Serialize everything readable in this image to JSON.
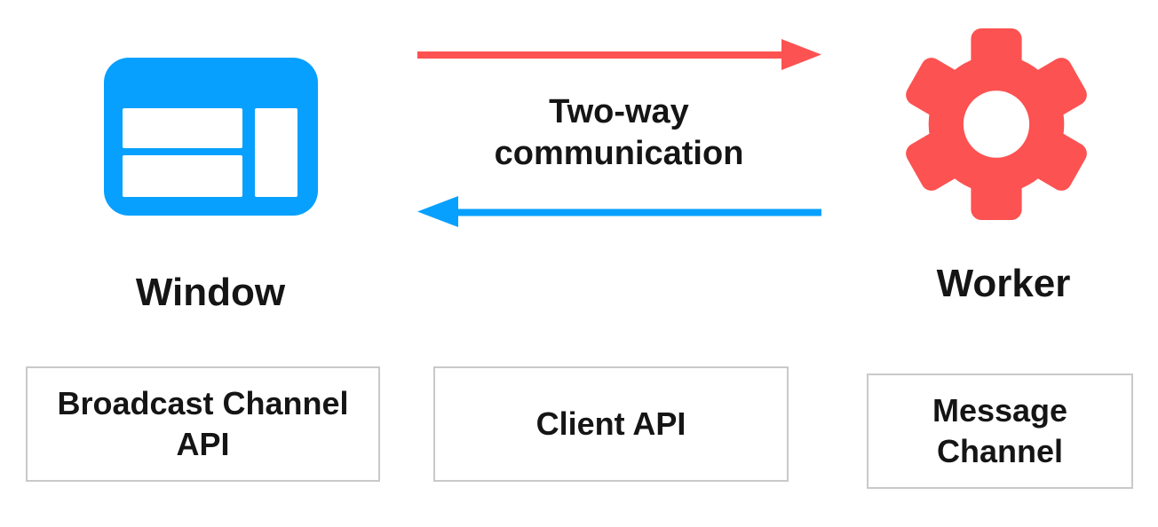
{
  "window": {
    "label": "Window"
  },
  "worker": {
    "label": "Worker"
  },
  "center_label": "Two-way communication",
  "arrows": [
    {
      "name": "window-to-worker",
      "direction": "right",
      "color": "#FC5251"
    },
    {
      "name": "worker-to-window",
      "direction": "left",
      "color": "#08A0FE"
    }
  ],
  "boxes": [
    {
      "label": "Broadcast Channel API"
    },
    {
      "label": "Client API"
    },
    {
      "label": "Message Channel"
    }
  ],
  "icons": {
    "window": "browser-window-icon",
    "worker": "gear-icon"
  },
  "colors": {
    "blue": "#08A0FE",
    "red": "#FC5251",
    "text": "#151515",
    "box_border": "#C9C9C9"
  }
}
